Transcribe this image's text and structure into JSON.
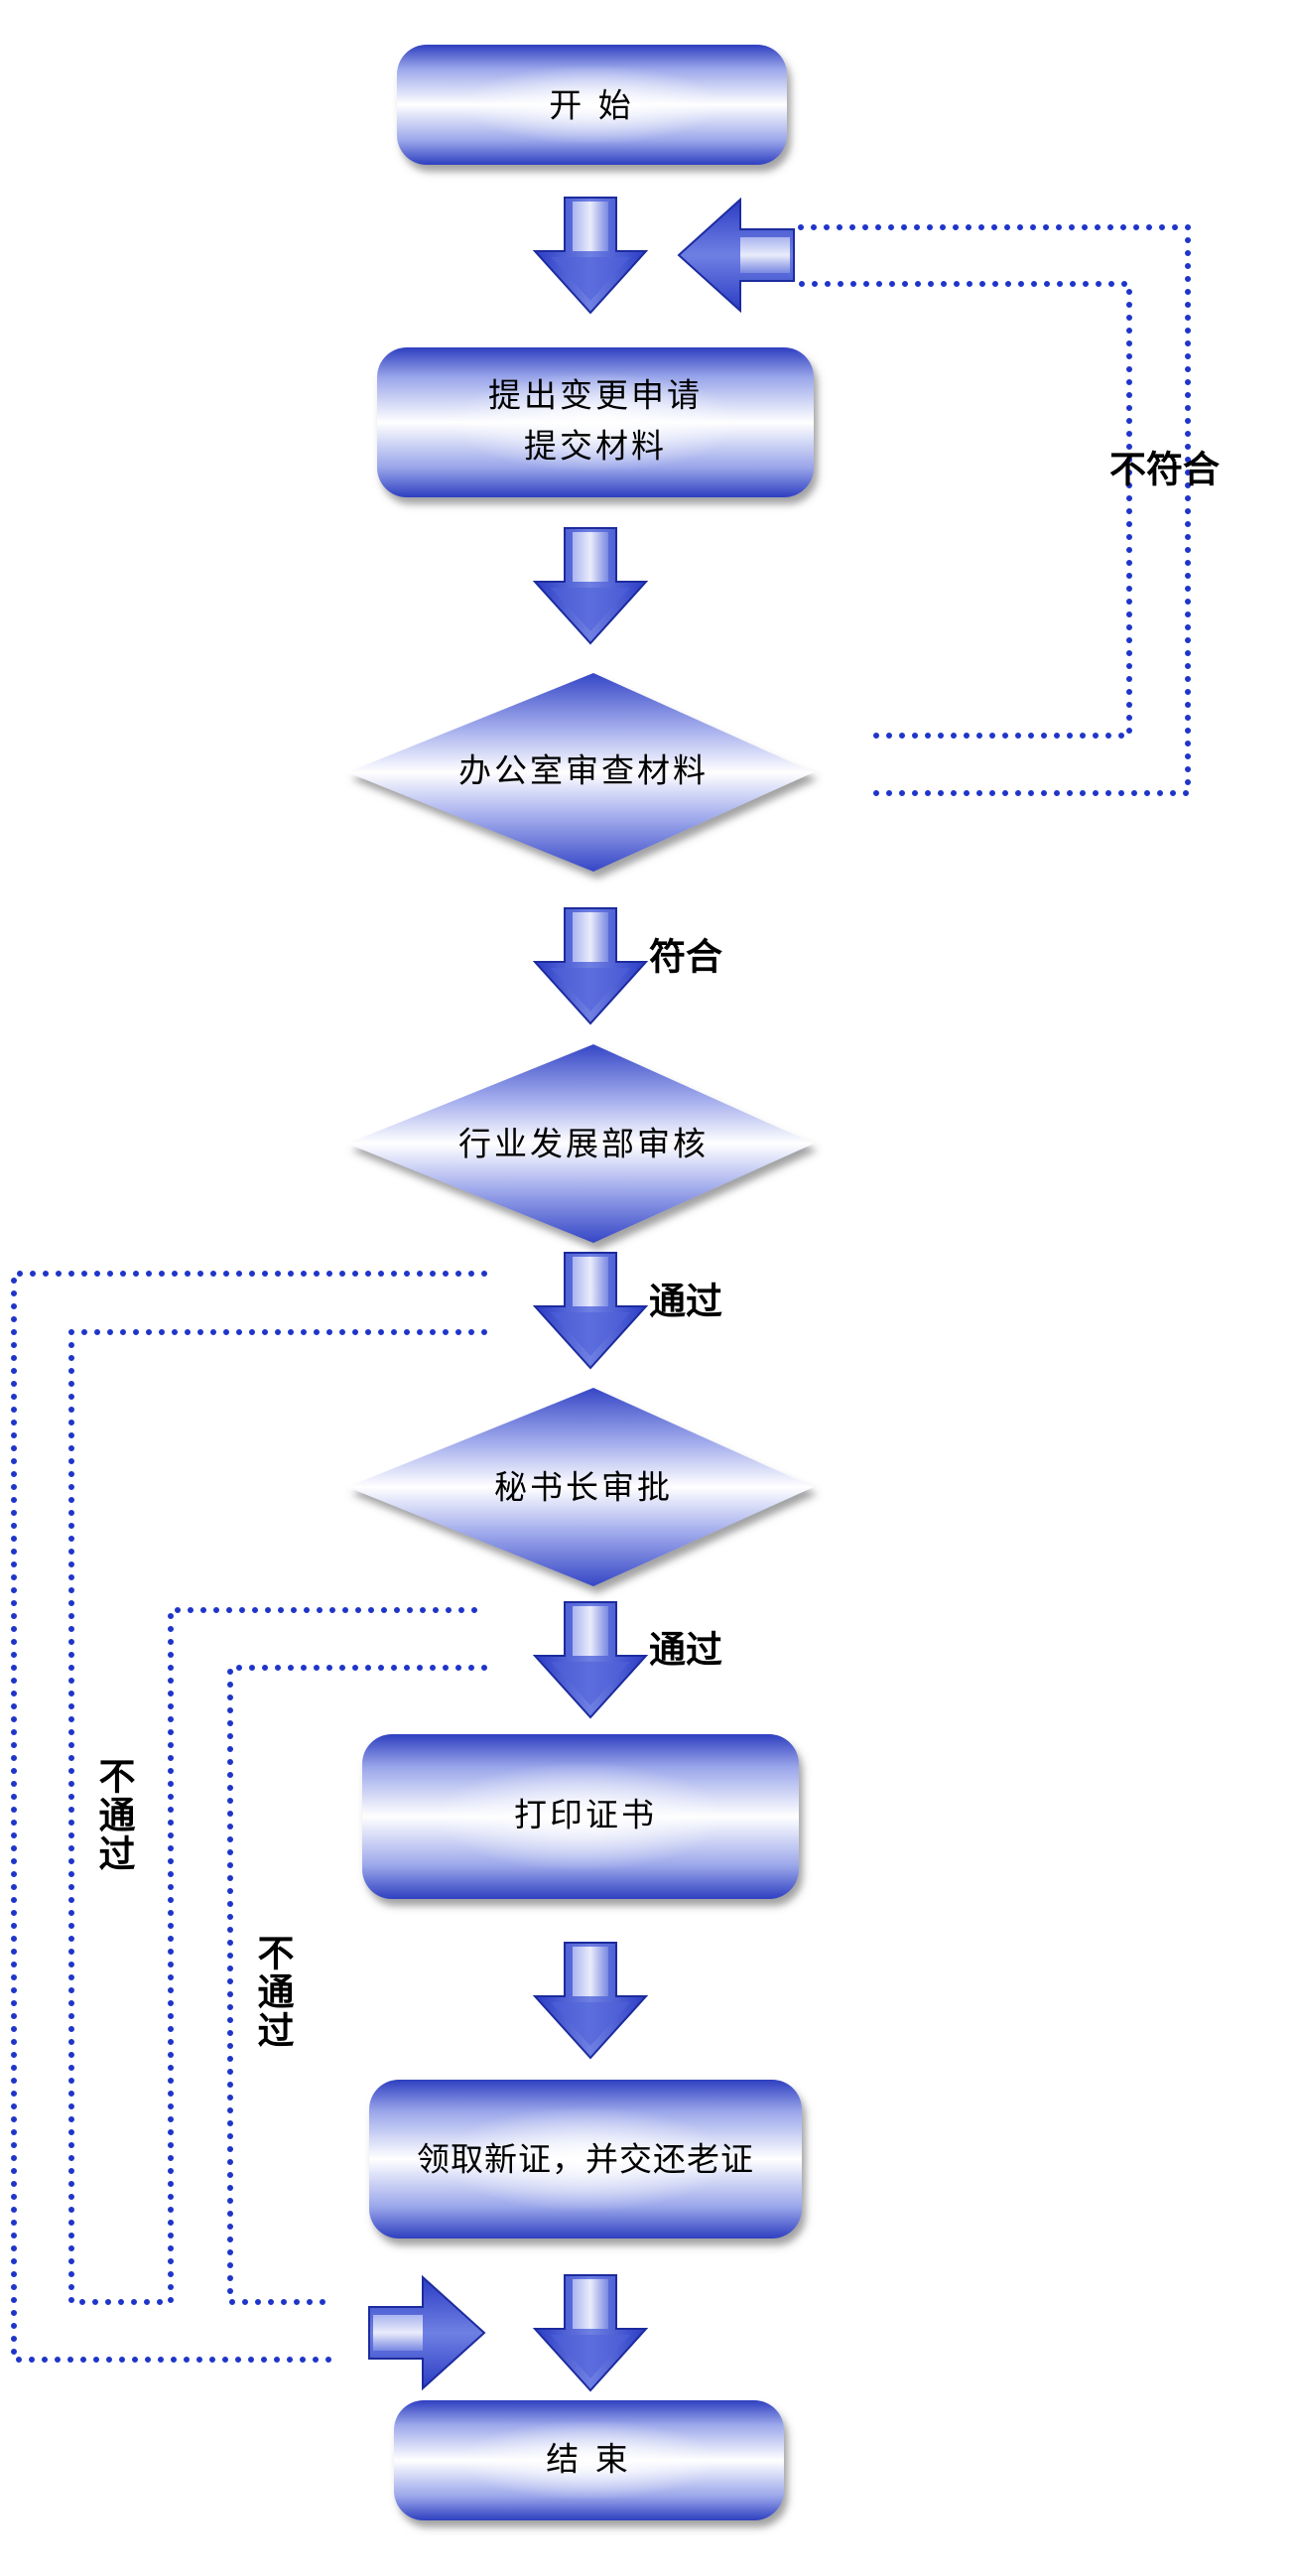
{
  "nodes": {
    "start": "开 始",
    "apply_line1": "提出变更申请",
    "apply_line2": "提交材料",
    "office_review": "办公室审查材料",
    "dept_review": "行业发展部审核",
    "secretary_approval": "秘书长审批",
    "print_cert": "打印证书",
    "collect_cert": "领取新证，并交还老证",
    "end": "结 束"
  },
  "edge_labels": {
    "not_conform": "不符合",
    "conform": "符合",
    "pass_1": "通过",
    "pass_2": "通过",
    "fail_1": "不通过",
    "fail_2": "不通过"
  },
  "colors": {
    "shape_dark": "#2e3fc0",
    "shape_mid": "#8593e6",
    "shape_light": "#ffffff",
    "dotted_line": "#1f35c9",
    "shadow": "#555555"
  }
}
